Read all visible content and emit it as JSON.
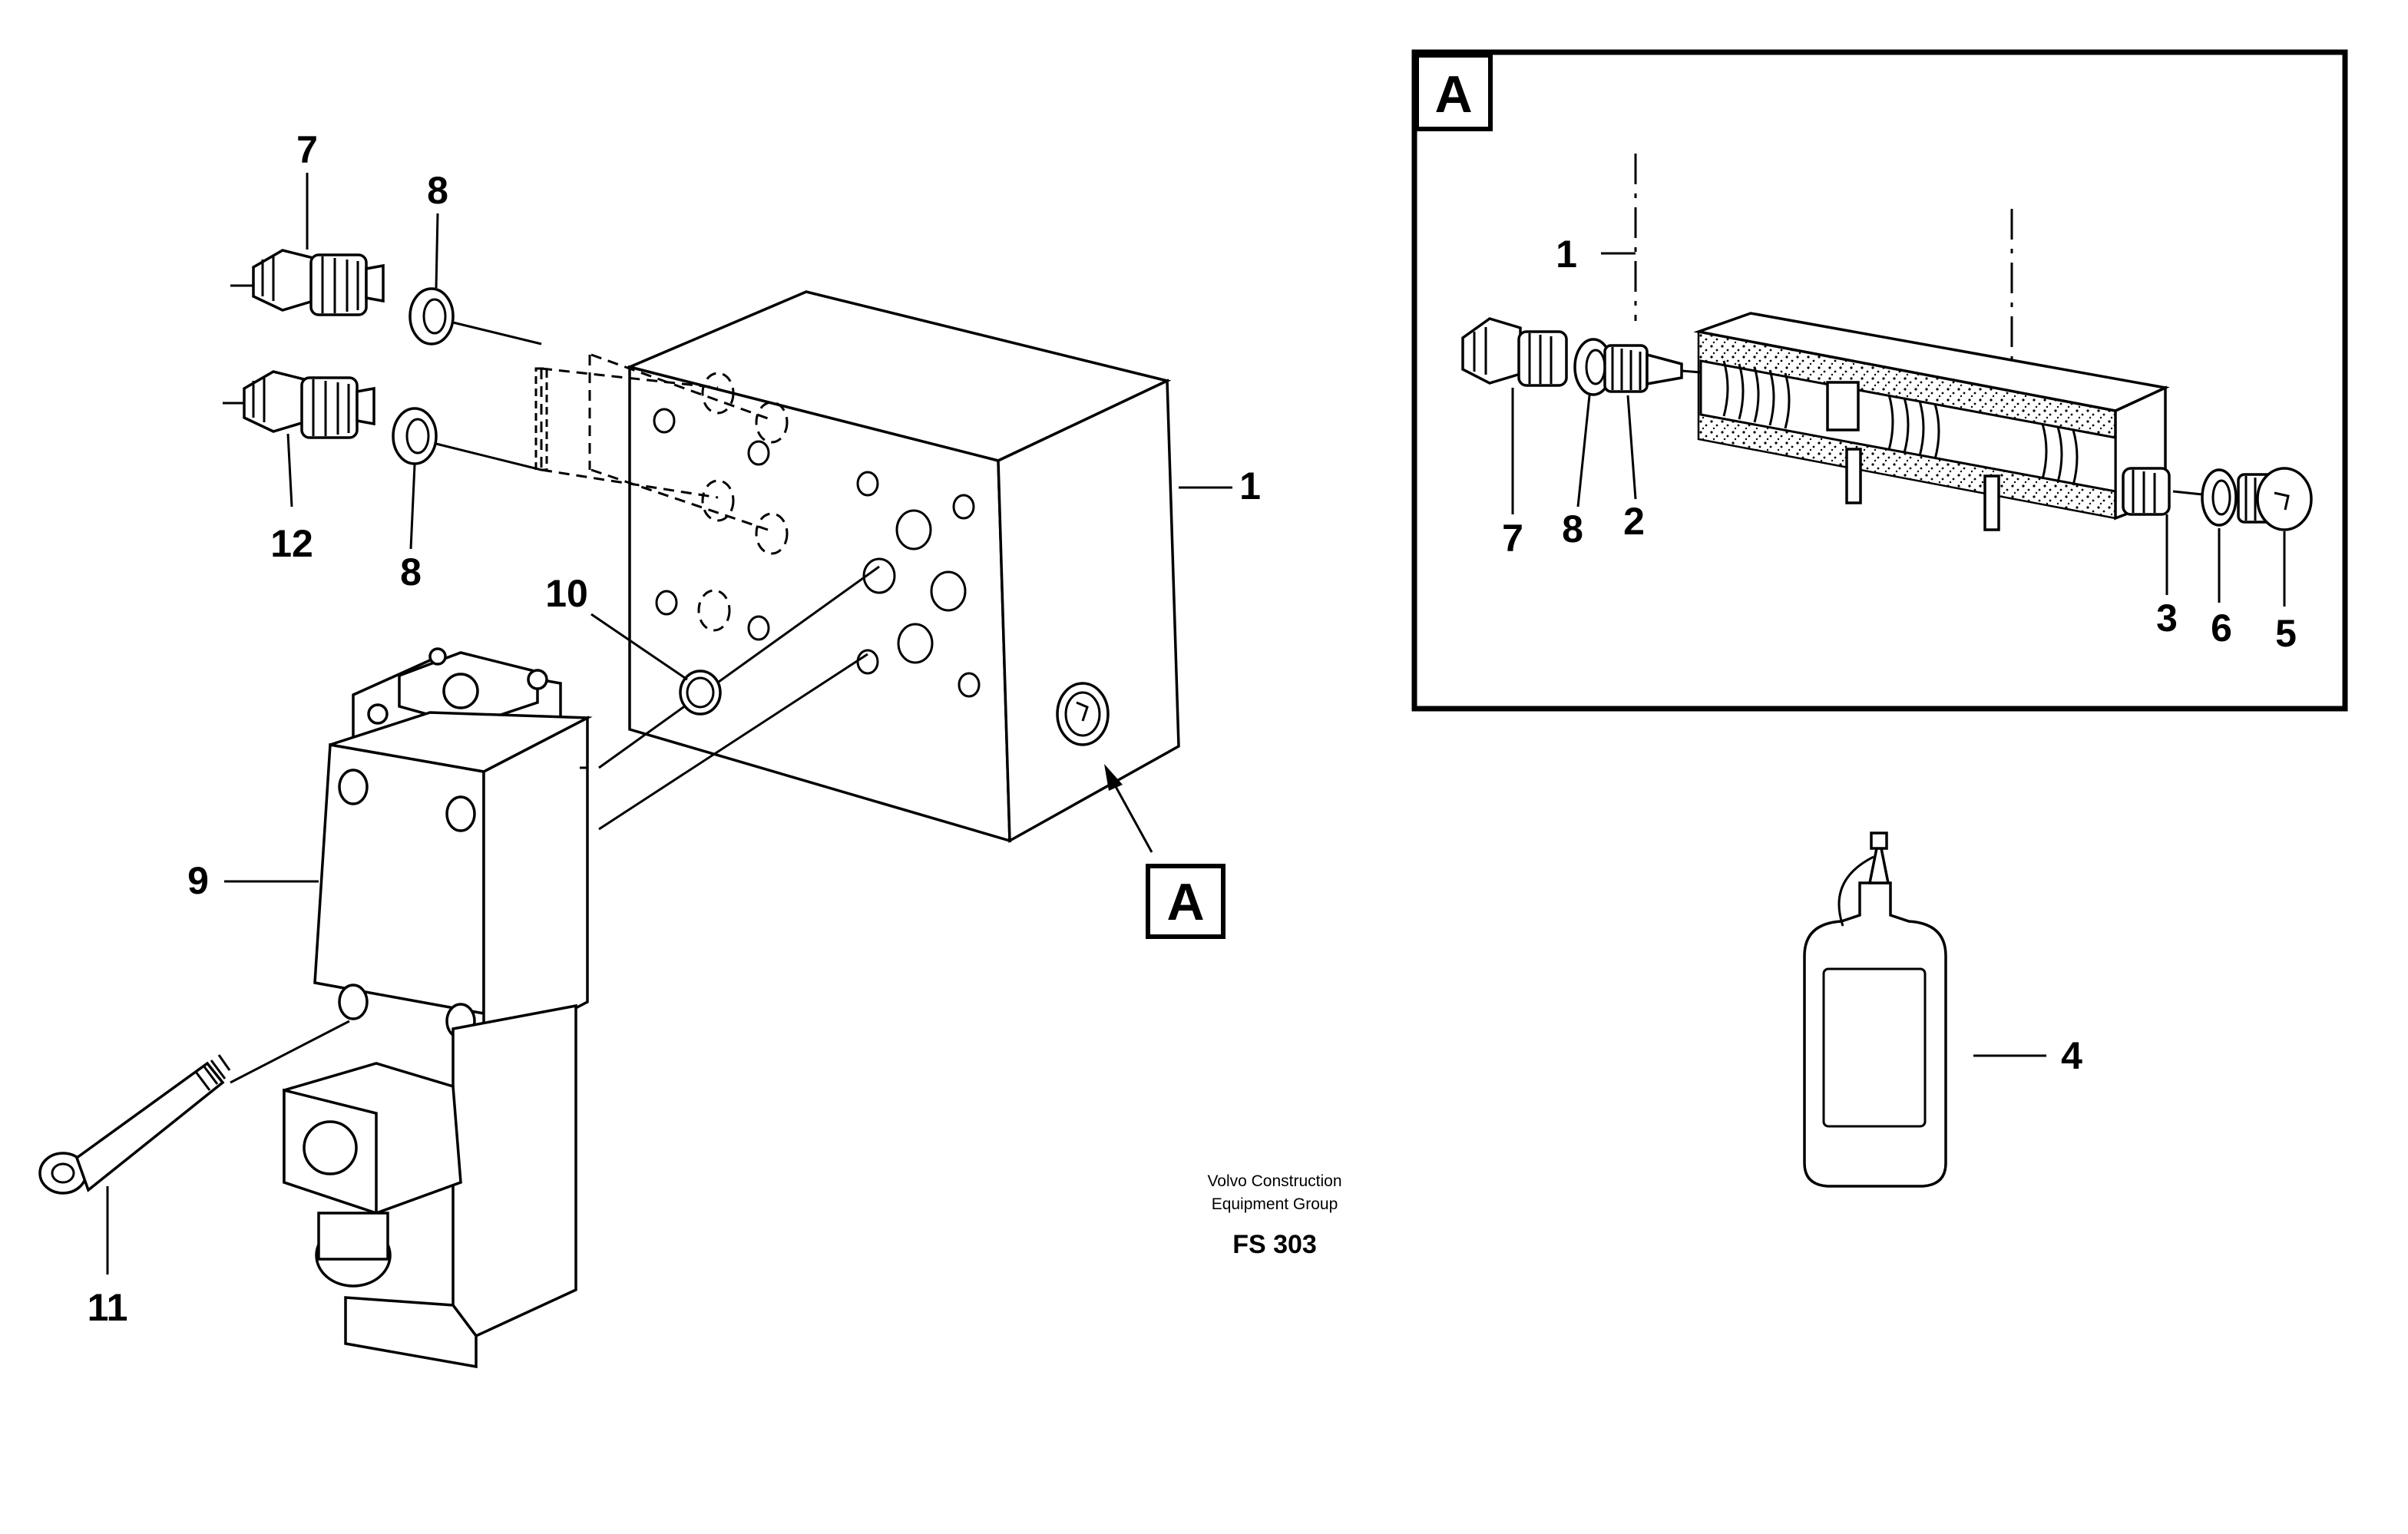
{
  "callouts": {
    "main": {
      "c1": "1",
      "c7": "7",
      "c8a": "8",
      "c8b": "8",
      "c9": "9",
      "c10": "10",
      "c11": "11",
      "c12": "12"
    },
    "detail": {
      "c1": "1",
      "c2": "2",
      "c3": "3",
      "c5": "5",
      "c6": "6",
      "c7": "7",
      "c8": "8"
    },
    "c4": "4"
  },
  "detail_ref": "A",
  "detail_title": "A",
  "caption": {
    "line1": "Volvo Construction",
    "line2": "Equipment Group",
    "code": "FS 303"
  }
}
